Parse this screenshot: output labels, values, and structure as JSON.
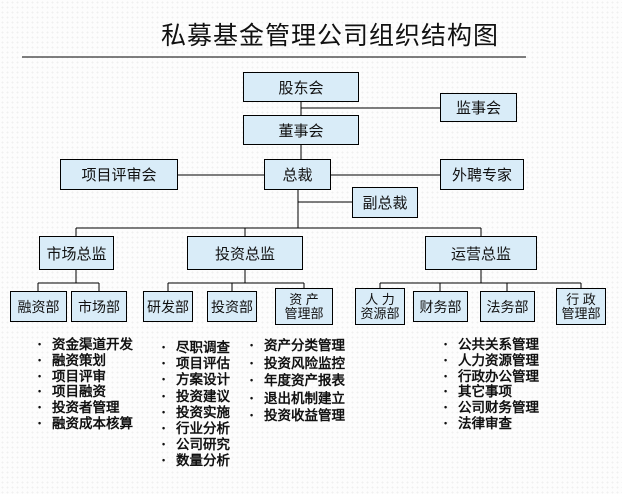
{
  "title": {
    "text": "私募基金管理公司组织结构图"
  },
  "colors": {
    "box_fill": "#d9ecf8",
    "box_border": "#000000",
    "connector": "#000000",
    "page_bg": "#fdfdfd",
    "text": "#111111"
  },
  "nodes": {
    "shareholders": "股东会",
    "supervisory_board": "监事会",
    "board_of_directors": "董事会",
    "project_review_committee": "项目评审会",
    "president": "总裁",
    "external_experts": "外聘专家",
    "vice_president": "副总裁",
    "marketing_director": "市场总监",
    "investment_director": "投资总监",
    "operations_director": "运营总监",
    "financing_dept": "融资部",
    "marketing_dept": "市场部",
    "research_dept": "研发部",
    "investment_dept": "投资部",
    "asset_mgmt_dept_line1": "资 产",
    "asset_mgmt_dept_line2": "管理部",
    "hr_dept_line1": "人 力",
    "hr_dept_line2": "资源部",
    "finance_dept": "财务部",
    "legal_dept": "法务部",
    "admin_dept_line1": "行 政",
    "admin_dept_line2": "管理部"
  },
  "duties": {
    "bullet": "•",
    "marketing": [
      "资金渠道开发",
      "融资策划",
      "项目评审",
      "项目融资",
      "投资者管理",
      "融资成本核算"
    ],
    "investment": [
      "尽职调查",
      "项目评估",
      "方案设计",
      "投资建议",
      "投资实施",
      "行业分析",
      "公司研究",
      "数量分析"
    ],
    "asset_management": [
      "资产分类管理",
      "投资风险监控",
      "年度资产报表",
      "退出机制建立",
      "投资收益管理"
    ],
    "operations": [
      "公共关系管理",
      "人力资源管理",
      "行政办公管理",
      "其它事项",
      "公司财务管理",
      "法律审查"
    ]
  }
}
